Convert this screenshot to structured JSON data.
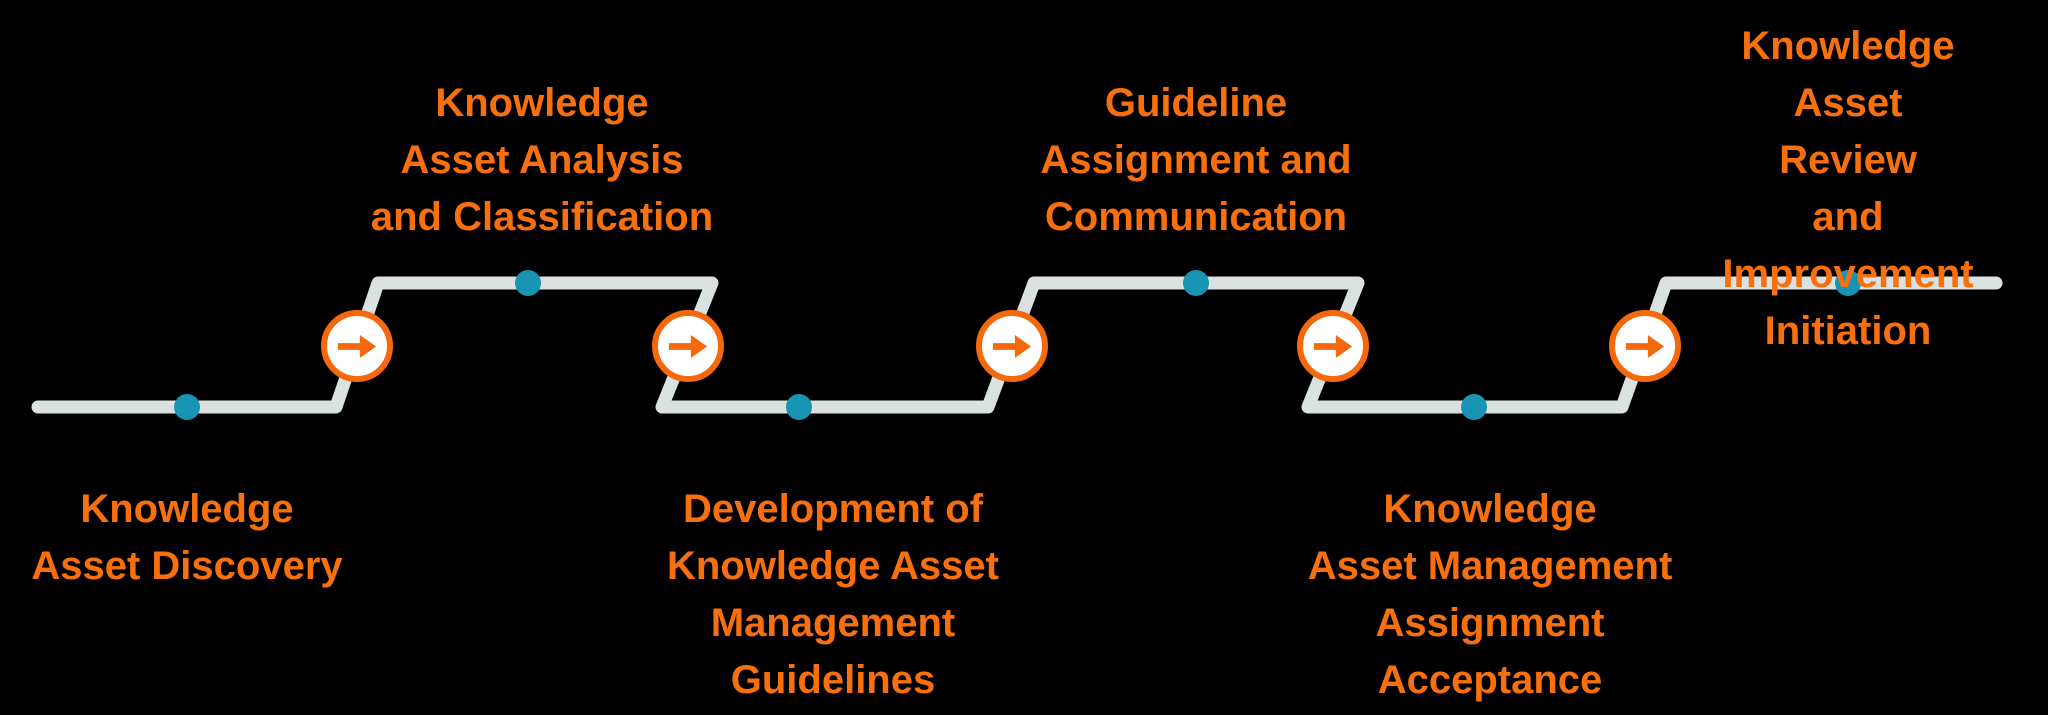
{
  "diagram": {
    "type": "process-flow-timeline",
    "stage_count": 6
  },
  "stages": [
    {
      "label": "Knowledge\nAsset Discovery",
      "label_position": "below"
    },
    {
      "label": "Knowledge\nAsset Analysis\nand Classification",
      "label_position": "above"
    },
    {
      "label": "Development of\nKnowledge Asset\nManagement\nGuidelines",
      "label_position": "below"
    },
    {
      "label": "Guideline\nAssignment and\nCommunication",
      "label_position": "above"
    },
    {
      "label": "Knowledge\nAsset Management\nAssignment\nAcceptance",
      "label_position": "below"
    },
    {
      "label": "Knowledge\nAsset Review\nand Improvement\nInitiation",
      "label_position": "above"
    }
  ],
  "icons": {
    "step_marker": "arrow-right",
    "step_marker_glyph": "➜"
  },
  "colors": {
    "background": "#000000",
    "label_text": "#F8700E",
    "timeline_line": "#D9E2E0",
    "milestone_dot": "#1795B3",
    "marker_ring": "#F5680C",
    "marker_fill": "#FFFFFF"
  }
}
